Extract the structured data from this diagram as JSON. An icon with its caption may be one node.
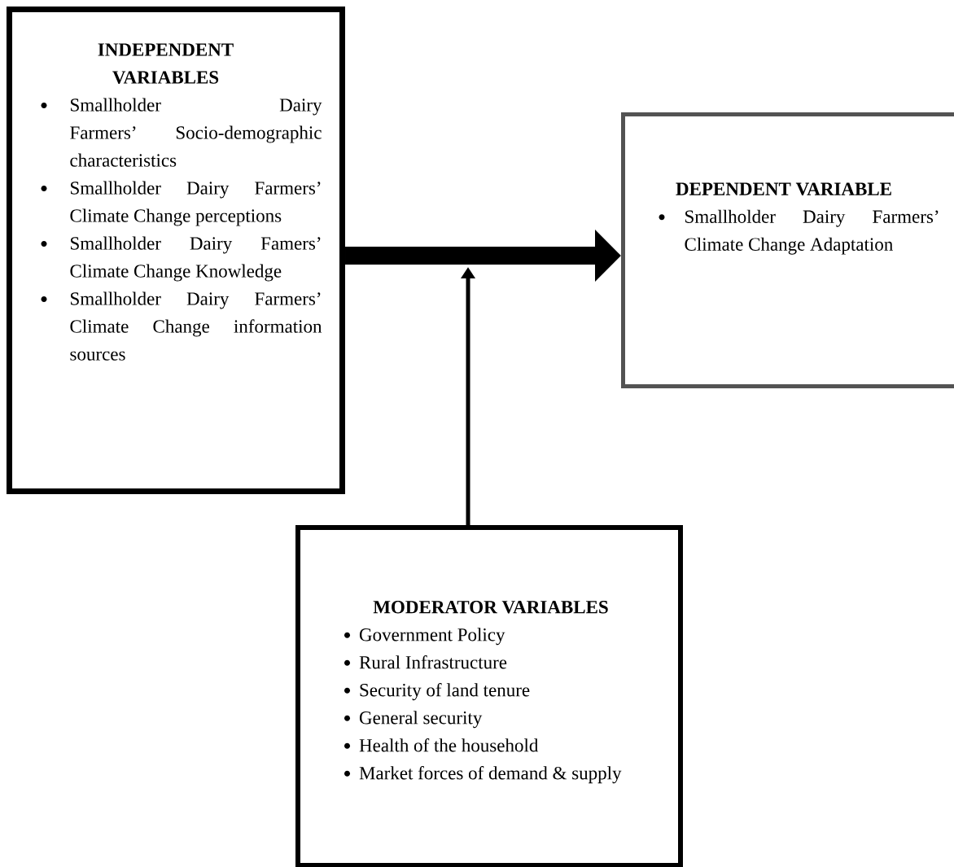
{
  "diagram": {
    "nodes": [
      {
        "text": [
          "INDEPENDENT VARIABLES",
          "Smallholder Dairy Farmers’ Socio-demographic characteristics",
          "Smallholder Dairy Farmers’ Climate Change perceptions",
          "Smallholder Dairy Famers’ Climate Change Knowledge",
          "Smallholder Dairy Farmers’ Climate Change information sources"
        ]
      },
      {
        "text": [
          "DEPENDENT VARIABLE",
          "Smallholder Dairy Farmers’ Climate Change Adaptation"
        ]
      },
      {
        "text": [
          "MODERATOR VARIABLES",
          "Government Policy",
          "Rural Infrastructure",
          "Security of land tenure",
          "General security",
          "Health of the household",
          "Market forces of demand & supply"
        ]
      }
    ],
    "edges": [
      {
        "from": 0,
        "to": 1,
        "arrow": "to",
        "style": "thick"
      },
      {
        "from": 2,
        "to": null,
        "arrow": "to"
      }
    ]
  }
}
